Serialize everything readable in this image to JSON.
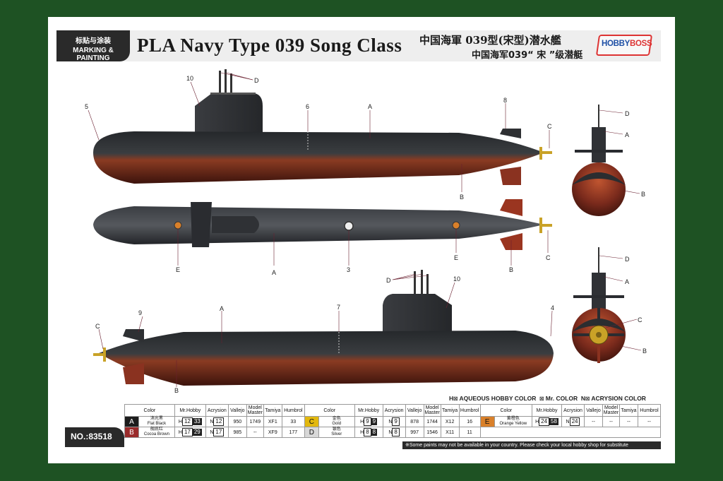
{
  "header": {
    "cn_label": "标贴与涂装",
    "en_label": "MARKING & PAINTING",
    "title": "PLA Navy Type 039 Song Class",
    "title_cn_1": "中国海軍 039型(宋型)潜水艦",
    "title_cn_2": "中国海军039“ 宋 ”级潜艇",
    "logo_a": "HOBBY",
    "logo_b": "BOSS"
  },
  "callouts": {
    "side1": [
      "10",
      "D",
      "5",
      "6",
      "A",
      "8",
      "C",
      "B"
    ],
    "top": [
      "E",
      "A",
      "3",
      "E",
      "B",
      "C"
    ],
    "side2": [
      "D",
      "10",
      "9",
      "A",
      "7",
      "4",
      "C",
      "B"
    ],
    "front": [
      "D",
      "A",
      "B"
    ],
    "rear": [
      "D",
      "A",
      "C",
      "B"
    ]
  },
  "legend": {
    "h": "H",
    "h_text": "AQUEOUS HOBBY COLOR",
    "mr_text": "Mr. COLOR",
    "n": "N",
    "n_text": "ACRYSION COLOR"
  },
  "table": {
    "headers": [
      "Color",
      "Mr.Hobby",
      "Acrysion",
      "Vallejo",
      "Model Master",
      "Tamiya",
      "Humbrol"
    ],
    "rows": [
      {
        "letter": "A",
        "letter_color": "#1c1c1c",
        "letter_text_color": "#ffffff",
        "cn": "消光黑",
        "en": "Flat Black",
        "h": "12",
        "mr": "33",
        "n": "12",
        "vallejo": "950",
        "mm": "1749",
        "tamiya": "XF1",
        "humbrol": "33"
      },
      {
        "letter": "C",
        "letter_color": "#e2b80e",
        "letter_text_color": "#111111",
        "cn": "金色",
        "en": "Gold",
        "h": "9",
        "mr": "9",
        "n": "9",
        "vallejo": "878",
        "mm": "1744",
        "tamiya": "X12",
        "humbrol": "16"
      },
      {
        "letter": "E",
        "letter_color": "#d9802a",
        "letter_text_color": "#111111",
        "cn": "黄橙色",
        "en": "Orange Yellow",
        "h": "24",
        "mr": "58",
        "n": "24",
        "vallejo": "--",
        "mm": "--",
        "tamiya": "--",
        "humbrol": "--"
      },
      {
        "letter": "B",
        "letter_color": "#9a2b2b",
        "letter_text_color": "#ffffff",
        "cn": "舰底红",
        "en": "Cocoa Brown",
        "h": "17",
        "mr": "29",
        "n": "17",
        "vallejo": "985",
        "mm": "--",
        "tamiya": "XF9",
        "humbrol": "177"
      },
      {
        "letter": "D",
        "letter_color": "#d8d8d8",
        "letter_text_color": "#111111",
        "cn": "银色",
        "en": "Silver",
        "h": "8",
        "mr": "8",
        "n": "8",
        "vallejo": "997",
        "mm": "1546",
        "tamiya": "X11",
        "humbrol": "11"
      }
    ]
  },
  "product_no": "NO.:83518",
  "footnote": "※Some paints may not be available in your country. Please check your local hobby shop for substitute",
  "colors": {
    "hull_black": "#2b2d30",
    "hull_red": "#7a2a1c",
    "background": "#1e5223"
  }
}
